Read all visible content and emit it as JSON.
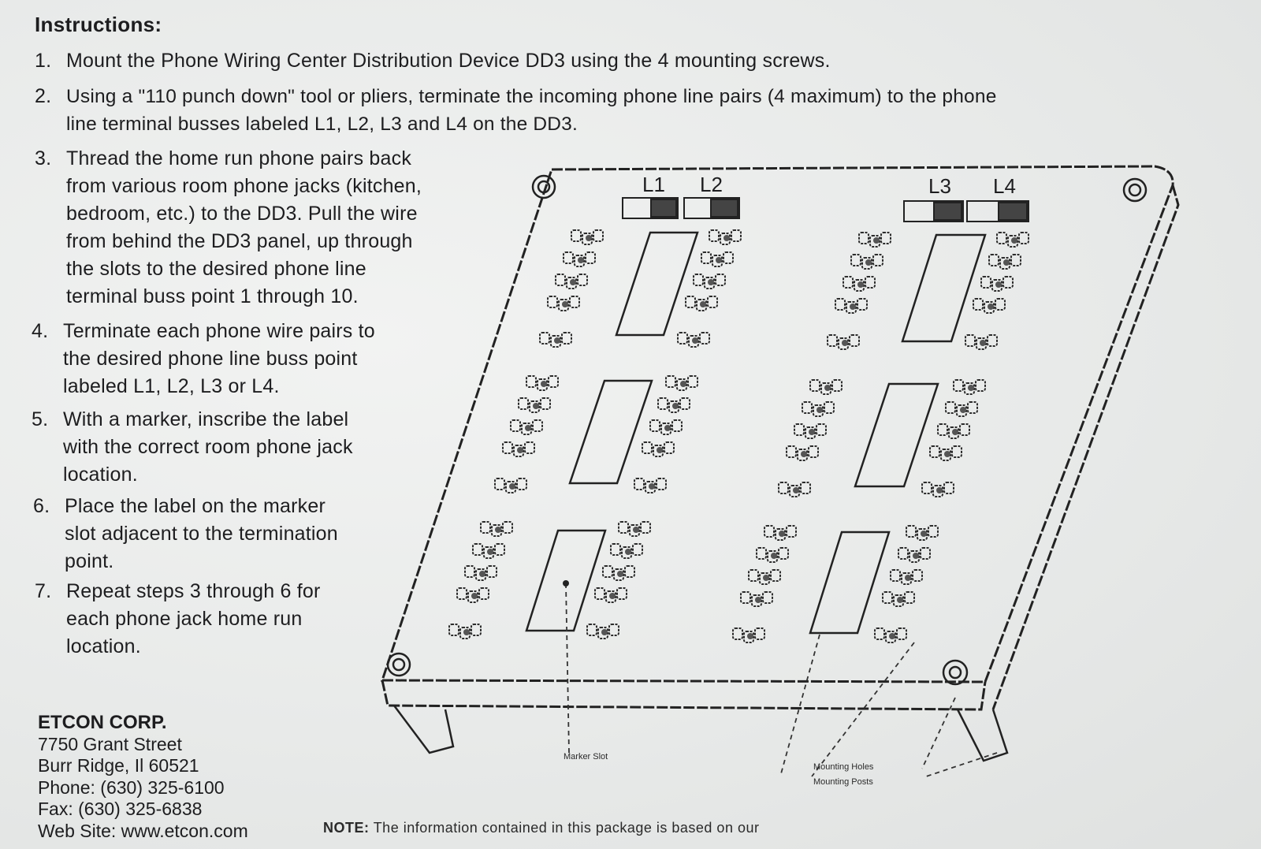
{
  "heading": "Instructions:",
  "steps": [
    {
      "num": "1.",
      "lines": [
        "Mount the Phone Wiring Center Distribution Device DD3 using the 4 mounting screws."
      ]
    },
    {
      "num": "2.",
      "lines": [
        "Using a \"110 punch down\" tool or pliers, terminate the incoming phone line pairs (4 maximum) to the phone",
        "line terminal busses labeled L1, L2, L3 and L4 on the DD3."
      ]
    },
    {
      "num": "3.",
      "lines": [
        "Thread the home run phone pairs back",
        "from various room phone jacks (kitchen,",
        "bedroom, etc.) to the DD3. Pull the wire",
        "from behind the DD3 panel, up through",
        "the slots to the desired phone line",
        "terminal buss point 1 through 10."
      ]
    },
    {
      "num": "4.",
      "lines": [
        "Terminate each phone wire pairs to",
        "the desired phone line buss point",
        "labeled L1, L2, L3 or L4."
      ]
    },
    {
      "num": "5.",
      "lines": [
        "With a marker, inscribe the label",
        "with the correct room phone jack",
        "location."
      ]
    },
    {
      "num": "6.",
      "lines": [
        "Place the label on the marker",
        "slot adjacent to the termination",
        "point."
      ]
    },
    {
      "num": "7.",
      "lines": [
        "Repeat steps 3 through 6 for",
        "each phone jack home run",
        "location."
      ]
    }
  ],
  "diagram": {
    "bus_labels": [
      "L1",
      "L2",
      "L3",
      "L4"
    ],
    "callouts": [
      "Marker Slot",
      "Mounting Holes",
      "Mounting Posts"
    ]
  },
  "company": {
    "name": "ETCON CORP.",
    "street": "7750 Grant Street",
    "city": "Burr Ridge, Il 60521",
    "phone": "Phone: (630) 325-6100",
    "fax": "Fax: (630) 325-6838",
    "web": "Web Site: www.etcon.com"
  },
  "note": {
    "label": "NOTE:",
    "text": "The information contained in this package is based on our"
  }
}
